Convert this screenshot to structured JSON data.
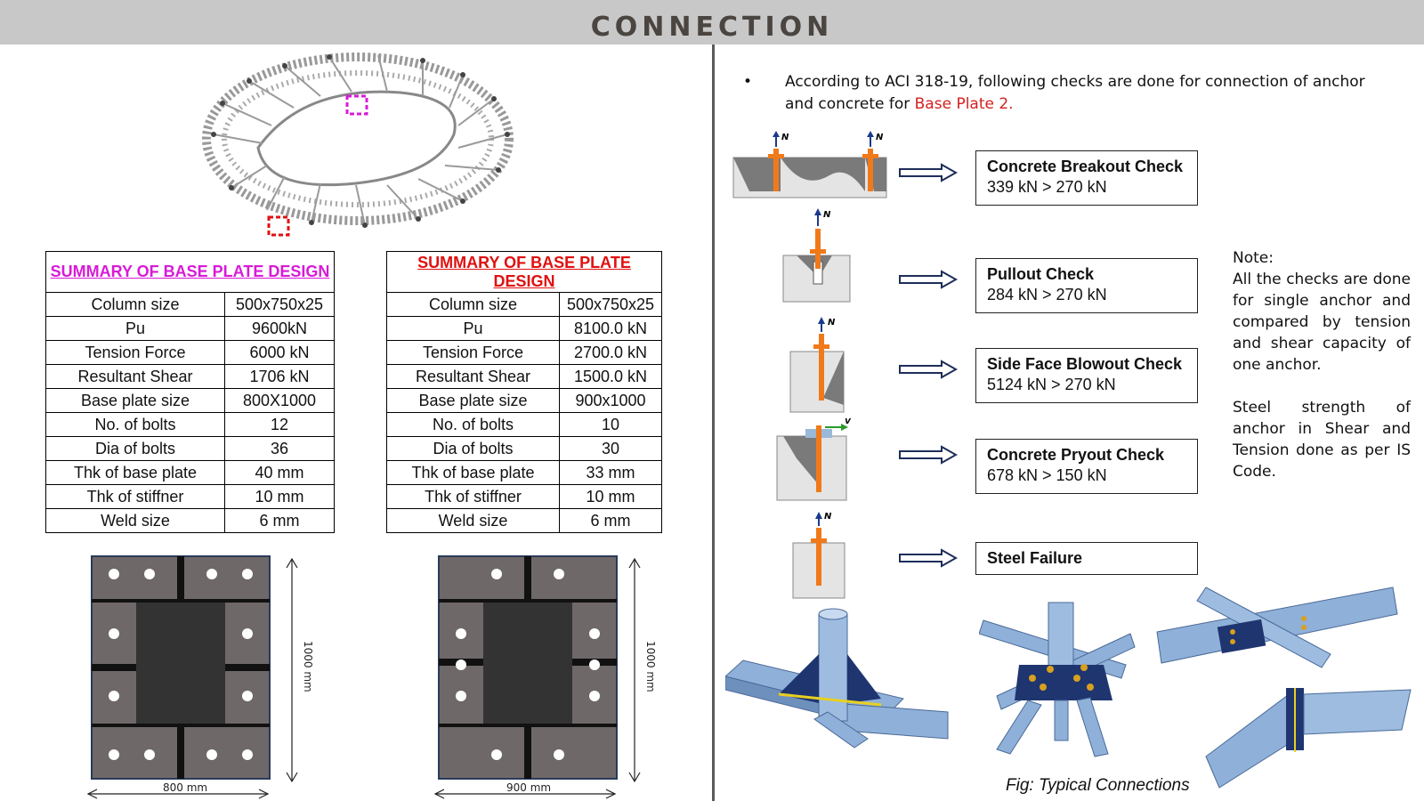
{
  "header": {
    "title": "CONNECTION"
  },
  "table1": {
    "title": "SUMMARY OF BASE PLATE DESIGN",
    "rows": [
      [
        "Column size",
        "500x750x25"
      ],
      [
        "Pu",
        "9600kN"
      ],
      [
        "Tension Force",
        "6000 kN"
      ],
      [
        "Resultant Shear",
        "1706 kN"
      ],
      [
        "Base plate size",
        "800X1000"
      ],
      [
        "No. of bolts",
        "12"
      ],
      [
        "Dia of bolts",
        "36"
      ],
      [
        "Thk of base plate",
        "40 mm"
      ],
      [
        "Thk of stiffner",
        "10 mm"
      ],
      [
        "Weld size",
        "6 mm"
      ]
    ]
  },
  "table2": {
    "title": "SUMMARY OF BASE PLATE DESIGN",
    "rows": [
      [
        "Column size",
        "500x750x25"
      ],
      [
        "Pu",
        "8100.0 kN"
      ],
      [
        "Tension Force",
        "2700.0 kN"
      ],
      [
        "Resultant Shear",
        "1500.0 kN"
      ],
      [
        "Base plate size",
        "900x1000"
      ],
      [
        "No. of bolts",
        "10"
      ],
      [
        "Dia of bolts",
        "30"
      ],
      [
        "Thk of base plate",
        "33 mm"
      ],
      [
        "Thk of stiffner",
        "10 mm"
      ],
      [
        "Weld size",
        "6 mm"
      ]
    ]
  },
  "plate1": {
    "width_label": "800 mm",
    "height_label": "1000 mm"
  },
  "plate2": {
    "width_label": "900 mm",
    "height_label": "1000 mm"
  },
  "intro": {
    "bullet": "•",
    "text": "According to ACI 318-19, following checks are done for connection of anchor and concrete for ",
    "highlight": "Base Plate 2."
  },
  "checks": [
    {
      "title": "Concrete Breakout Check",
      "value": "339 kN > 270 kN"
    },
    {
      "title": "Pullout Check",
      "value": "284 kN > 270 kN"
    },
    {
      "title": "Side Face Blowout  Check",
      "value": "5124 kN > 270 kN"
    },
    {
      "title": "Concrete Pryout Check",
      "value": "678 kN > 150 kN"
    },
    {
      "title": "Steel Failure",
      "value": ""
    }
  ],
  "diagram_labels": {
    "tension": "N",
    "shear": "V"
  },
  "note": {
    "heading": "Note:",
    "p1": "All the checks are done for single anchor and compared by tension and shear capacity of one anchor.",
    "p2": "Steel strength of anchor in Shear and Tension done as per IS Code."
  },
  "figure_caption": "Fig: Typical Connections",
  "colors": {
    "header_bg": "#c8c8c8",
    "magenta": "#d81ad8",
    "red": "#e01010",
    "plate": "#6f6868",
    "plate_dark": "#333333",
    "anchor": "#f07a1a",
    "steel_blue": "#8fb0d8"
  }
}
